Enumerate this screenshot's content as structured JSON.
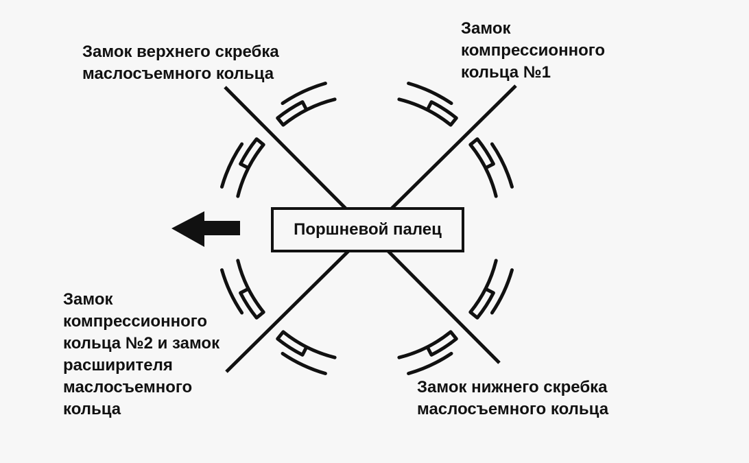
{
  "labels": {
    "top_left": "Замок верхнего скребка\nмаслосъемного кольца",
    "top_right": "Замок\nкомпрессионного\nкольца №1",
    "bottom_left": "Замок\nкомпрессионного\nкольца №2 и замок\nрасширителя\nмаслосъемного\nкольца",
    "bottom_right": "Замок нижнего скребка\nмаслосъемного кольца",
    "center": "Поршневой палец"
  },
  "icons": {
    "direction": "arrow-left-icon"
  },
  "colors": {
    "ink": "#111111",
    "background": "#f7f7f7"
  }
}
